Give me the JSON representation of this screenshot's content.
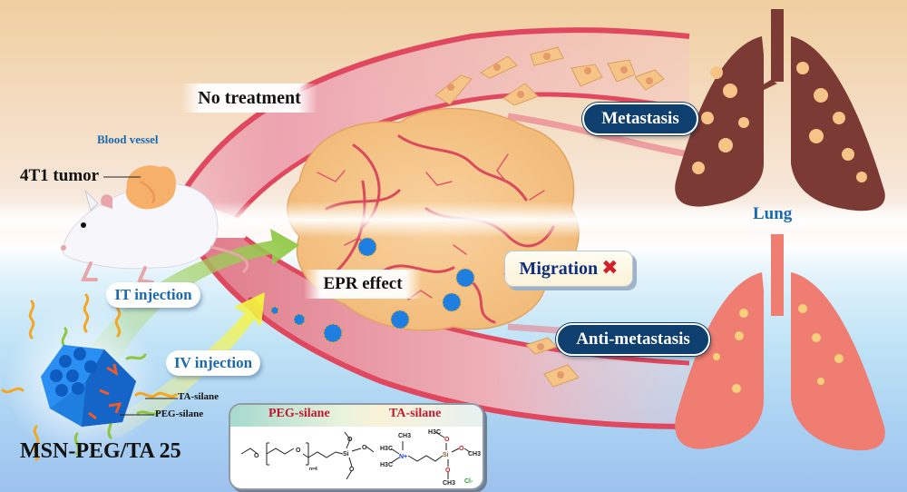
{
  "figure": {
    "title_labels": {
      "blood_vessel": "Blood vessel",
      "tumor": "4T1 tumor",
      "no_treatment": "No treatment",
      "epr_effect": "EPR effect",
      "migration": "Migration",
      "migration_status_icon": "cross-mark",
      "migration_status_glyph": "✖",
      "metastasis": "Metastasis",
      "anti_metastasis": "Anti-metastasis",
      "lung": "Lung",
      "it_injection": "IT injection",
      "iv_injection": "IV injection",
      "nanoparticle_name": "MSN-PEG/TA 25",
      "ligand_ta": "TA-silane",
      "ligand_peg": "PEG-silane"
    },
    "chemistry_panel": {
      "peg_title": "PEG-silane",
      "ta_title": "TA-silane",
      "peg_repeat_subscript": "n=4",
      "peg_atoms": [
        "O",
        "O",
        "Si",
        "O",
        "O",
        "O"
      ],
      "ta_atoms": {
        "n_plus": "N+",
        "si": "Si",
        "methyl": [
          "CH3",
          "H3C",
          "H3C",
          "H3C",
          "CH3",
          "CH3"
        ],
        "oxygens": [
          "O",
          "O",
          "O"
        ],
        "counter_ion": "Cl-"
      }
    },
    "colors": {
      "vessel_red": "#e0485f",
      "vessel_inner": "#ee9aa4",
      "tumor_cell": "#f6c486",
      "navy_label": "#0f3f6e",
      "blue_text": "#1a6ab0",
      "lung_diseased": "#7c3a35",
      "lung_healthy": "#ef7d72",
      "particle_blue": "#1f7fe0",
      "it_arrow": "#8dc63f",
      "iv_arrow": "#f2f23a",
      "chem_title_red": "#c0182c"
    }
  }
}
